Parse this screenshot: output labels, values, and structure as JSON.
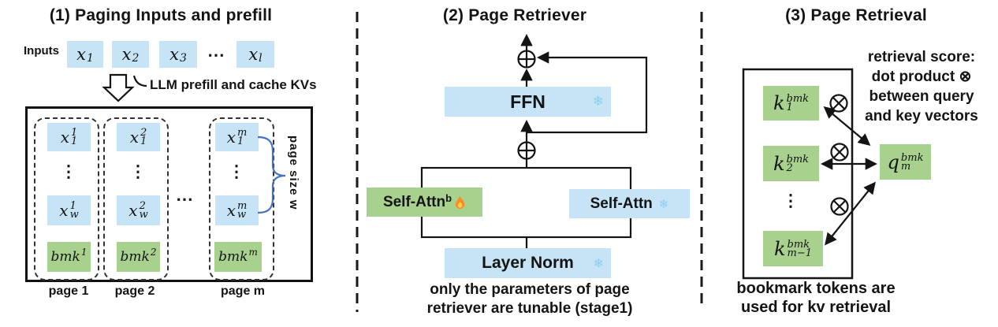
{
  "colors": {
    "token_blue": "#c6e4f5",
    "token_green": "#a9d18e",
    "brace_blue": "#4472c4",
    "snowflake_blue": "#8ecdf0",
    "flame_orange": "#ff8a1e"
  },
  "icons": {
    "snowflake": "❄"
  },
  "panel1": {
    "title": "(1) Paging Inputs and prefill",
    "inputs_label": "Inputs",
    "tokens": [
      {
        "base": "x",
        "sub": "1"
      },
      {
        "base": "x",
        "sub": "2"
      },
      {
        "base": "x",
        "sub": "3"
      },
      {
        "base": "x",
        "sub": "l"
      }
    ],
    "tokens_ellipsis": "⋯",
    "prefill_arrow_label": "LLM prefill and cache KVs",
    "pages_ellipsis": "⋯",
    "brace_label": "page size w",
    "pages": [
      {
        "label": "page 1",
        "first": {
          "base": "x",
          "sup": "1",
          "sub": "1"
        },
        "dots": "⋮",
        "last": {
          "base": "x",
          "sup": "1",
          "sub": "w"
        },
        "bmk": {
          "base": "bmk",
          "sup": "1"
        }
      },
      {
        "label": "page 2",
        "first": {
          "base": "x",
          "sup": "2",
          "sub": "1"
        },
        "dots": "⋮",
        "last": {
          "base": "x",
          "sup": "2",
          "sub": "w"
        },
        "bmk": {
          "base": "bmk",
          "sup": "2"
        }
      },
      {
        "label": "page m",
        "first": {
          "base": "x",
          "sup": "m",
          "sub": "1"
        },
        "dots": "⋮",
        "last": {
          "base": "x",
          "sup": "m",
          "sub": "w"
        },
        "bmk": {
          "base": "bmk",
          "sup": "m"
        }
      }
    ]
  },
  "panel2": {
    "title": "(2) Page Retriever",
    "ffn_label": "FFN",
    "self_attn_bookmark": {
      "base": "Self-Attn",
      "sup": "b"
    },
    "self_attn_frozen_label": "Self-Attn",
    "layer_norm_label": "Layer Norm",
    "caption": [
      "only the parameters of page",
      "retriever are tunable (stage1)"
    ]
  },
  "panel3": {
    "title": "(3) Page Retrieval",
    "note": [
      "retrieval score:",
      "dot product ⊗",
      "between query",
      "and key vectors"
    ],
    "keys": [
      {
        "base": "k",
        "sup": "bmk",
        "sub": "1"
      },
      {
        "base": "k",
        "sup": "bmk",
        "sub": "2"
      },
      {
        "base": "k",
        "sup": "bmk",
        "sub": "m−1"
      }
    ],
    "keys_dots": "⋮",
    "query": {
      "base": "q",
      "sup": "bmk",
      "sub": "m"
    },
    "caption": [
      "bookmark tokens are",
      "used for kv retrieval"
    ]
  }
}
